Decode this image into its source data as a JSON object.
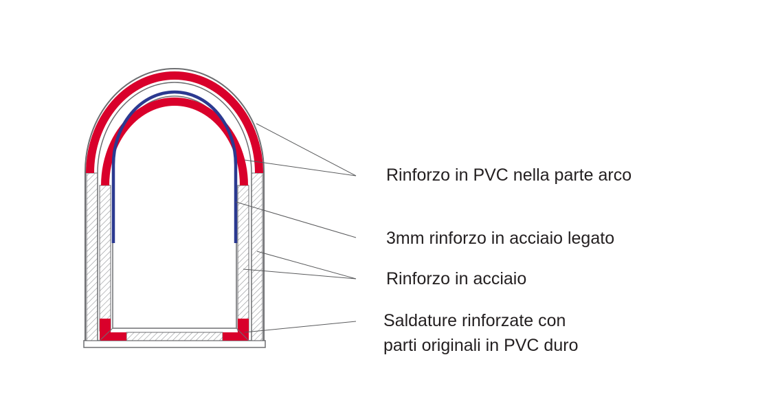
{
  "labels": {
    "pvc_arch": "Rinforzo in PVC nella parte arco",
    "alloy_steel": "3mm rinforzo in acciaio legato",
    "steel": "Rinforzo in acciaio",
    "welds_line1": "Saldature rinforzate con",
    "welds_line2": "parti originali in PVC duro"
  },
  "colors": {
    "pvc_reinforcement": "#d9002b",
    "alloy_steel_reinforcement": "#2b3990",
    "frame_outline": "#6d6e71",
    "hatch": "#939598",
    "leader_line": "#58595b",
    "text": "#231f20"
  }
}
